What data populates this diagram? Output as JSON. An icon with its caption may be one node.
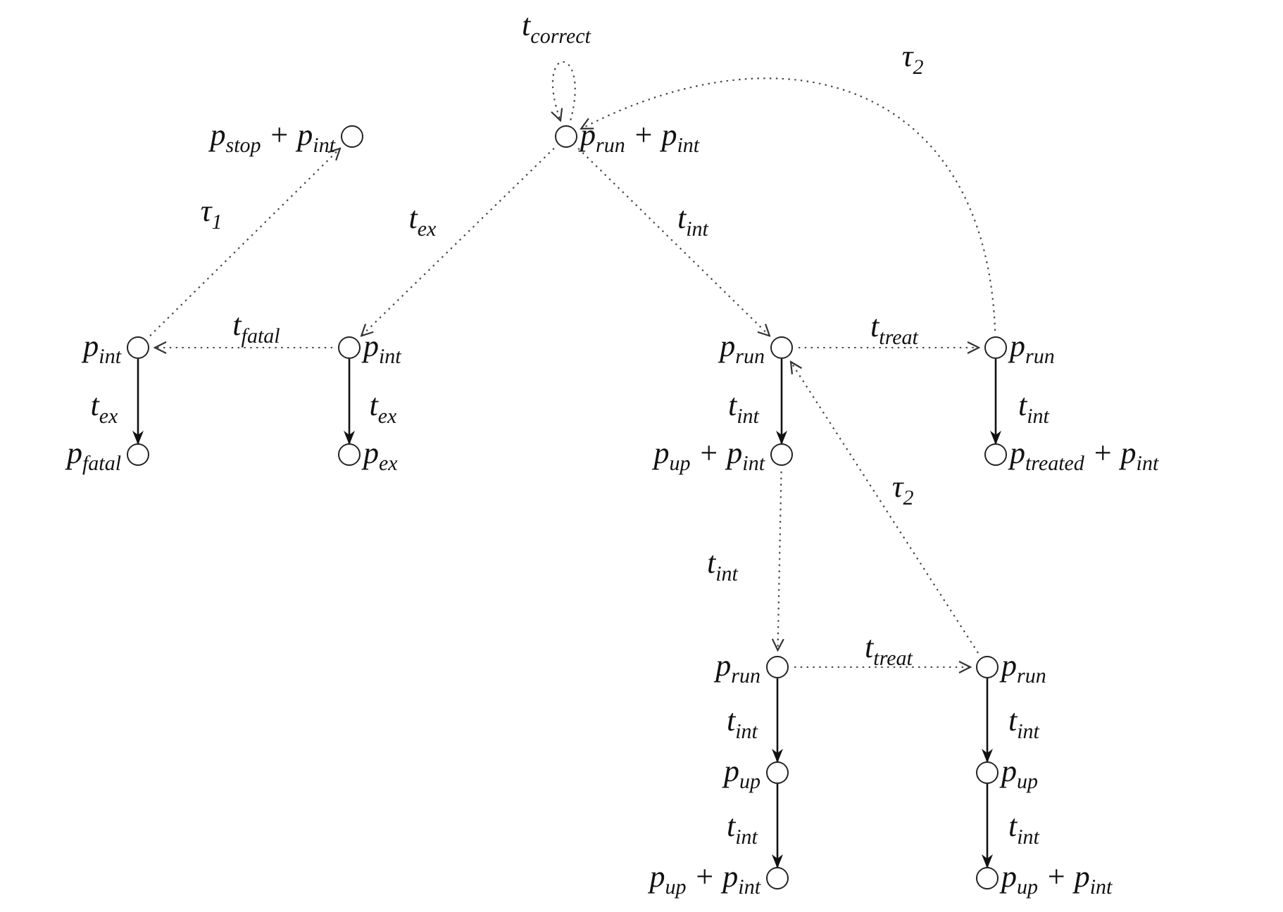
{
  "diagram": {
    "nodes": [
      {
        "text": [],
        "shape": "circle",
        "beside": [
          "p$_{stop}$ + p$_{int}$"
        ]
      },
      {
        "text": [],
        "shape": "circle",
        "beside": [
          "p$_{run}$ + p$_{int}$"
        ]
      },
      {
        "text": [],
        "shape": "circle",
        "beside": [
          "p$_{int}$"
        ]
      },
      {
        "text": [],
        "shape": "circle",
        "beside": [
          "p$_{fatal}$"
        ]
      },
      {
        "text": [],
        "shape": "circle",
        "beside": [
          "p$_{int}$"
        ]
      },
      {
        "text": [],
        "shape": "circle",
        "beside": [
          "p$_{ex}$"
        ]
      },
      {
        "text": [],
        "shape": "circle",
        "beside": [
          "p$_{run}$"
        ]
      },
      {
        "text": [],
        "shape": "circle",
        "beside": [
          "p$_{up}$ + p$_{int}$"
        ]
      },
      {
        "text": [],
        "shape": "circle",
        "beside": [
          "p$_{run}$"
        ]
      },
      {
        "text": [],
        "shape": "circle",
        "beside": [
          "p$_{treated}$ + p$_{int}$"
        ]
      },
      {
        "text": [],
        "shape": "circle",
        "beside": [
          "p$_{run}$"
        ]
      },
      {
        "text": [],
        "shape": "circle",
        "beside": [
          "p$_{up}$"
        ]
      },
      {
        "text": [],
        "shape": "circle",
        "beside": [
          "p$_{up}$ + p$_{int}$"
        ]
      },
      {
        "text": [],
        "shape": "circle",
        "beside": [
          "p$_{run}$"
        ]
      },
      {
        "text": [],
        "shape": "circle",
        "beside": [
          "p$_{up}$"
        ]
      },
      {
        "text": [],
        "shape": "circle",
        "beside": [
          "p$_{up}$ + p$_{int}$"
        ]
      }
    ],
    "edges": [
      {
        "from": 1,
        "to": 1,
        "arrow": "to",
        "label": "t$_{correct}$",
        "style": "dashed"
      },
      {
        "from": 8,
        "to": 1,
        "arrow": "to",
        "label": "τ$_{2}$",
        "style": "dashed"
      },
      {
        "from": 1,
        "to": 4,
        "arrow": "to",
        "label": "t$_{ex}$",
        "style": "dashed"
      },
      {
        "from": 1,
        "to": 6,
        "arrow": "to",
        "label": "t$_{int}$",
        "style": "dashed"
      },
      {
        "from": 4,
        "to": 2,
        "arrow": "to",
        "label": "t$_{fatal}$",
        "style": "dashed"
      },
      {
        "from": 2,
        "to": 0,
        "arrow": "to",
        "label": "τ$_{1}$",
        "style": "dashed"
      },
      {
        "from": 2,
        "to": 3,
        "arrow": "to",
        "label": "t$_{ex}$"
      },
      {
        "from": 4,
        "to": 5,
        "arrow": "to",
        "label": "t$_{ex}$"
      },
      {
        "from": 6,
        "to": 8,
        "arrow": "to",
        "label": "t$_{treat}$",
        "style": "dashed"
      },
      {
        "from": 6,
        "to": 7,
        "arrow": "to",
        "label": "t$_{int}$"
      },
      {
        "from": 8,
        "to": 9,
        "arrow": "to",
        "label": "t$_{int}$"
      },
      {
        "from": 13,
        "to": 6,
        "arrow": "to",
        "label": "τ$_{2}$",
        "style": "dashed"
      },
      {
        "from": 7,
        "to": 10,
        "arrow": "to",
        "label": "t$_{int}$",
        "style": "dashed"
      },
      {
        "from": 10,
        "to": 13,
        "arrow": "to",
        "label": "t$_{treat}$",
        "style": "dashed"
      },
      {
        "from": 10,
        "to": 11,
        "arrow": "to",
        "label": "t$_{int}$"
      },
      {
        "from": 11,
        "to": 12,
        "arrow": "to",
        "label": "t$_{int}$"
      },
      {
        "from": 13,
        "to": 14,
        "arrow": "to",
        "label": "t$_{int}$"
      },
      {
        "from": 14,
        "to": 15,
        "arrow": "to",
        "label": "t$_{int}$"
      }
    ]
  }
}
